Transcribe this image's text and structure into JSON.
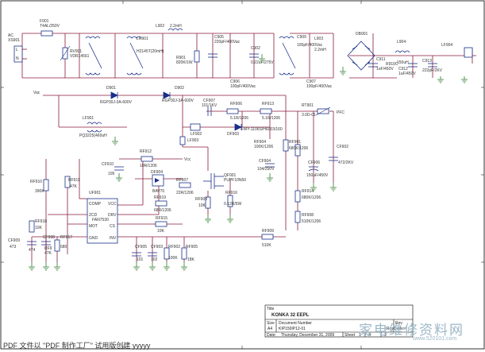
{
  "colors": {
    "wire": "#8a1a3a",
    "component": "#1a2f8a",
    "ground": "#2a7a2a",
    "frame": "#000000"
  },
  "labels": {
    "ac_input": "AC",
    "ac_ref": "XS901",
    "l_pin": "L",
    "n_pin": "N",
    "f901": "F901",
    "f901_val": "T4AL/250V",
    "rv901": "RV901",
    "rv901_val": "VDR14561",
    "lr901": "LR901",
    "lr901_val": "H2145T(20mH)",
    "l902": "L902",
    "l902_val": "2.2mH",
    "r901": "R901",
    "r901_val": "820K/1W",
    "c905": "C905",
    "c905_val": "220pF/400Vac",
    "c906": "C906",
    "c906_val": "100pF/400Vac",
    "c902": "C902",
    "c902_val": "0.22uF/275V",
    "c909": "C909",
    "c909_val": "100pF/400Vac",
    "l903": "L903",
    "l903_val": "2.2mH",
    "c907": "C907",
    "c907_val": "100pF/400Vac",
    "db901": "DB901",
    "l904": "L904",
    "l904_val": "150uH",
    "c911": "C911",
    "c911_val": "1uF/450V",
    "c912": "C912",
    "c912_val": "1uF/450V",
    "r910": "R910C",
    "c913": "C913",
    "c913_val": "222pF/2KV",
    "lf904": "LF904",
    "vac": "Vac",
    "d901": "D901",
    "d901_val": "RGP30J-3A-600V",
    "d902": "D902",
    "d902_val": "RGP30J-3A-600V",
    "cf907": "CF907",
    "cf907_val": "101/1KV",
    "rf906": "RF906",
    "rf906_val": "5.1R/1206",
    "rf913": "RF913",
    "rf913_val": "5.1R/1206",
    "rt901": "RT901",
    "rt901_val": "3.0D-01",
    "pfc": "PFC",
    "lf901": "LF901",
    "lf901_val": "PQ3225(460uH",
    "lf902": "LF902",
    "df903": "DF903",
    "df903_val": "FMY-1106S/H6003/160",
    "rf904": "RF904",
    "rf904_val": "100K/1206",
    "rf901": "RF901",
    "rf901_val": "680K/1206",
    "cf902": "CF902",
    "cf902_val": "472/2KV",
    "rf912": "RF912",
    "rf912_val": "10R/1206",
    "lf903": "LF903",
    "cf904": "CF904",
    "cf904_val": "104/250V",
    "cf910": "CF910",
    "cf910_val": "105",
    "vcc": "Vcc",
    "df904": "DF904",
    "df904_val": "BAV70",
    "rf907": "RF907",
    "rf907_val": "22R/1206",
    "qf901": "QF901",
    "qf901_val": "PUPF10N50",
    "cf906": "CF906",
    "cf906_val": "150uF/450V",
    "rf914": "RF914",
    "rf914_val": "680K/1206",
    "rf910": "RF910",
    "rf910_val": "390K",
    "rf911": "RF911",
    "rf911_val": "47K",
    "uf901": "UF901",
    "uf901_val": "FAN7530",
    "pin_comp": "COMP",
    "pin_vcc": "VCC",
    "pin_zcd": "ZCD",
    "pin_drv": "DRV",
    "pin_mot": "MOT",
    "pin_cs": "CS",
    "pin_gnd": "GND",
    "pin_inv": "INV",
    "rf919": "RF919",
    "rf919_val": "68R/1206",
    "rf903": "RF903",
    "rf903_val": "10K",
    "rf916": "RF916",
    "rf916_val": "0.12R/5W",
    "rf908": "RF908",
    "rf908_val": "510K/1206",
    "rf918": "RF918",
    "rf918_val": "10K",
    "cf909": "CF909",
    "cf909_val": "473",
    "cf908": "CF908",
    "cf908_val": "474",
    "rf917": "RF917",
    "rf917_val": "680",
    "rf915": "RF915",
    "rf915_val": "10K",
    "cf905": "CF905",
    "cf905_val": "101",
    "cf903": "CF903",
    "cf903_val": "102",
    "rf902": "RF902",
    "rf902_val": "100K",
    "rf905": "RF905",
    "rf905_val": "18K",
    "rf909": "RF909",
    "rf909_val": "510K",
    "rf9xx": "RF9",
    "rf9xx_val": "47K"
  },
  "title_block": {
    "title_label": "Title",
    "title": "KONKA 32 EEPL",
    "size_label": "Size",
    "size": "A4",
    "docnum_label": "Document Number",
    "docnum": "KIP150IP12-01",
    "rev_label": "Rev",
    "rev": "<RevCode>",
    "date_label": "Date:",
    "date": "Thursday, December 31, 2009",
    "sheet_label": "Sheet",
    "sheet": "1",
    "of_label": "of",
    "of": "1"
  },
  "footer": {
    "text": "PDF 文件以 \"PDF 制作工厂\" 试用版创建  yyyyy"
  },
  "watermark": {
    "text": "家电维修资料网",
    "url": "www.520101.com"
  }
}
